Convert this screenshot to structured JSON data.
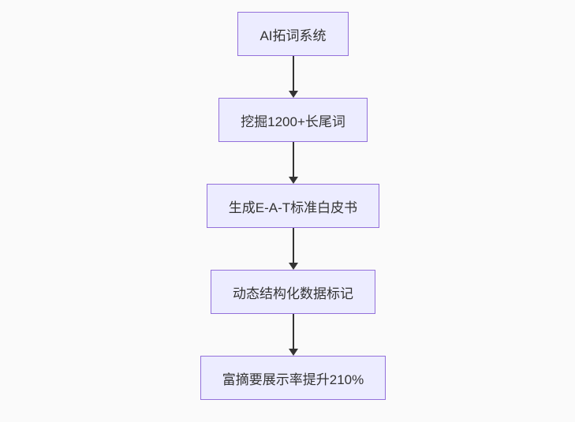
{
  "page": {
    "background_color": "#fafafa"
  },
  "flowchart": {
    "type": "flowchart",
    "direction": "top-down",
    "node_fill": "#ECECFF",
    "node_border_color": "#9370DB",
    "text_color": "#333333",
    "arrow_color": "#333333",
    "nodes": [
      {
        "label": "AI拓词系统"
      },
      {
        "label": "挖掘1200+长尾词"
      },
      {
        "label": "生成E-A-T标准白皮书"
      },
      {
        "label": "动态结构化数据标记"
      },
      {
        "label": "富摘要展示率提升210%"
      }
    ],
    "edges": [
      {
        "from": 0,
        "to": 1,
        "style": "arrow-down"
      },
      {
        "from": 1,
        "to": 2,
        "style": "arrow-down"
      },
      {
        "from": 2,
        "to": 3,
        "style": "arrow-down"
      },
      {
        "from": 3,
        "to": 4,
        "style": "arrow-down"
      }
    ]
  }
}
